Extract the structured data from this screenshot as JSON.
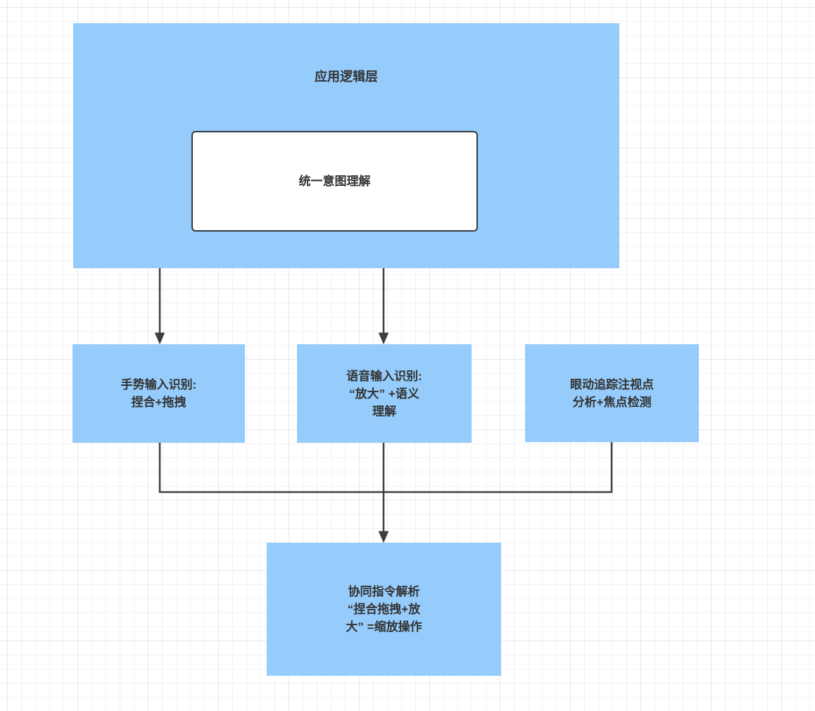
{
  "diagram": {
    "nodes": {
      "app_layer": {
        "title": "应用逻辑层"
      },
      "unified_intent": {
        "label": "统一意图理解"
      },
      "gesture": {
        "lines": [
          "手势输入识别:",
          "捏合+拖拽"
        ]
      },
      "voice": {
        "lines": [
          "语音输入识别:",
          "“放大” +语义",
          "理解"
        ]
      },
      "eye": {
        "lines": [
          "眼动追踪注视点",
          "分析+焦点检测"
        ]
      },
      "fusion": {
        "lines": [
          "协同指令解析",
          "“捏合拖拽+放",
          "大” =缩放操作"
        ]
      }
    },
    "colors": {
      "node_fill": "#96CCFB",
      "node_text": "#333333",
      "connector": "#3A3F43",
      "child_fill": "#FFFFFF",
      "child_border": "#33393F",
      "canvas_background": "#FFFFFF",
      "grid_minor": "#F2F2F4",
      "grid_major": "#E8E8EA"
    }
  }
}
